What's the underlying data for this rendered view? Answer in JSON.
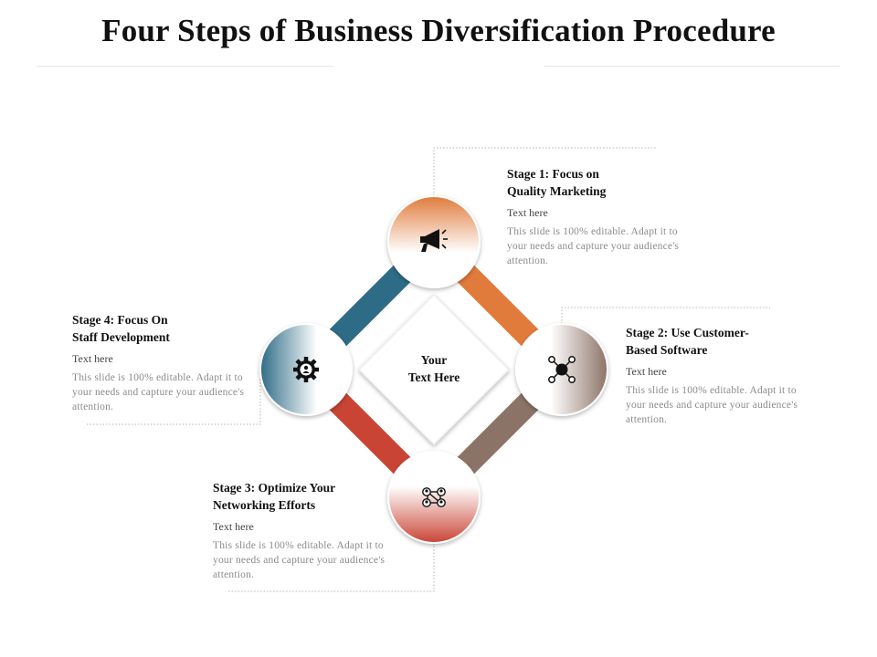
{
  "title": "Four Steps of Business Diversification Procedure",
  "center": {
    "line1": "Your",
    "line2": "Text Here"
  },
  "stages": [
    {
      "title_line1": "Stage 1: Focus on",
      "title_line2": "Quality Marketing",
      "subtitle": "Text here",
      "description": "This slide is 100% editable. Adapt it to your needs and capture your audience's attention.",
      "icon": "megaphone-icon",
      "color": "#E07B3C"
    },
    {
      "title_line1": "Stage 2: Use Customer-",
      "title_line2": "Based Software",
      "subtitle": "Text here",
      "description": "This slide is 100% editable. Adapt it to your needs and capture your audience's attention.",
      "icon": "network-hub-icon",
      "color": "#8C7367"
    },
    {
      "title_line1": "Stage 3: Optimize Your",
      "title_line2": "Networking Efforts",
      "subtitle": "Text here",
      "description": "This slide is 100% editable. Adapt it to your needs and capture your audience's attention.",
      "icon": "people-network-icon",
      "color": "#C94435"
    },
    {
      "title_line1": "Stage 4: Focus On",
      "title_line2": "Staff Development",
      "subtitle": "Text here",
      "description": "This slide is 100% editable. Adapt it to your needs and capture your audience's attention.",
      "icon": "gear-person-icon",
      "color": "#2E6B86"
    }
  ]
}
